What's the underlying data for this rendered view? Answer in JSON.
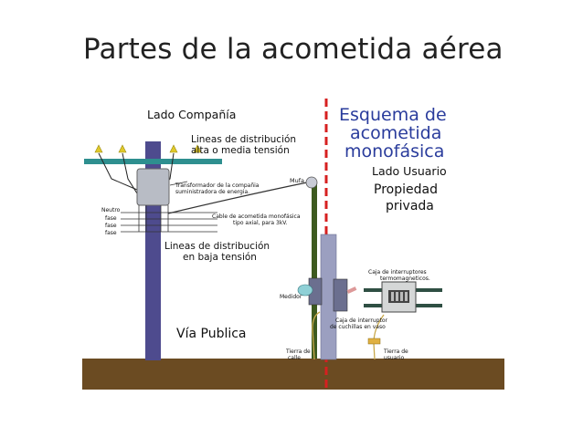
{
  "slide": {
    "title": "Partes de la acometida aérea"
  },
  "diagram": {
    "company_side": "Lado Compañía",
    "scheme_title": [
      "Esquema de",
      "acometida",
      "monofásica"
    ],
    "user_side": "Lado Usuario",
    "private_property": [
      "Propiedad",
      "privada"
    ],
    "dist_lines_high": [
      "Lineas de distribución",
      "alta o media tensión"
    ],
    "transformer": [
      "Transformador de la compañia",
      "suministradora de energia."
    ],
    "mufa": "Mufa",
    "wire_labels": [
      "Neutro",
      "fase",
      "fase",
      "fase"
    ],
    "cable": [
      "Cable de acometida monofásica",
      "tipo axial, para 3kV."
    ],
    "dist_lines_low": [
      "Lineas de distribución",
      "en baja tensión"
    ],
    "meter": "Medidor",
    "breaker_box": [
      "Caja de interruptores",
      "termomagneticos."
    ],
    "knife_box": [
      "Caja de interruptor",
      "de cuchillas en vaso"
    ],
    "street_ground": [
      "Tierra de",
      "calle"
    ],
    "user_ground": [
      "Tierra de",
      "usuario"
    ],
    "public_way": "Vía Publica"
  },
  "colors": {
    "pole": "#4e4b8e",
    "crossarm": "#2e8f8f",
    "ground": "#6b4b22",
    "divider": "#d62020",
    "scheme_title": "#2a3c9c",
    "mast_green": "#3d5a1f",
    "meter_panel": "#9b9fc0"
  }
}
